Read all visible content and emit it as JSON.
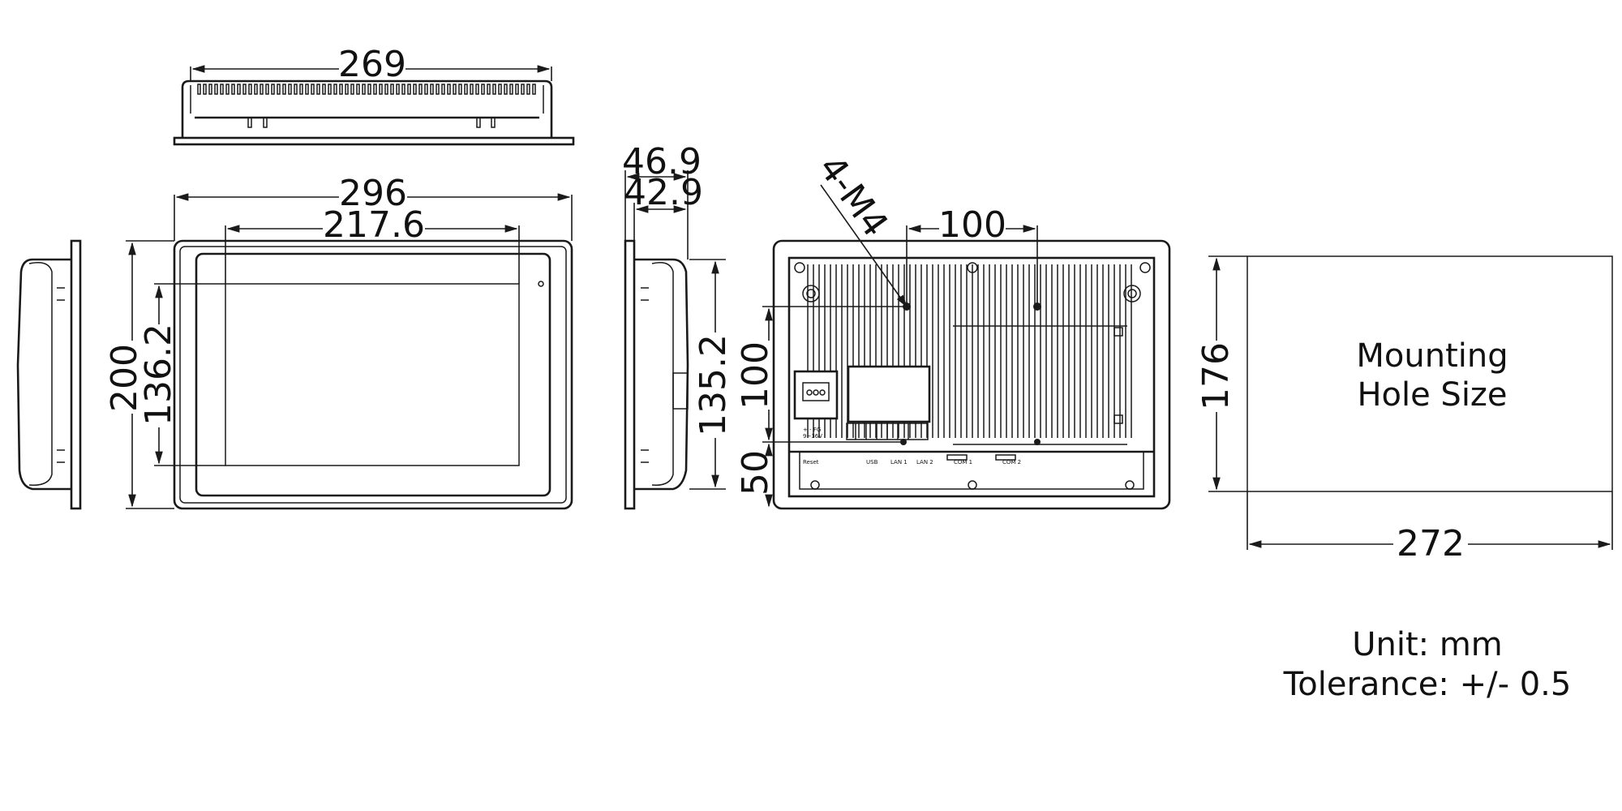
{
  "dimensions": {
    "top_width": "269",
    "front_width": "296",
    "front_active_width": "217.6",
    "front_height": "200",
    "front_active_height": "136.2",
    "side_depth_total": "46.9",
    "side_depth_body": "42.9",
    "side_height": "135.2",
    "rear_hole_spacing_x": "100",
    "rear_hole_spacing_y": "100",
    "rear_hole_offset_y": "50",
    "cutout_height": "176",
    "cutout_width": "272"
  },
  "rear_callout": "4-M4",
  "cutout_label_line1": "Mounting",
  "cutout_label_line2": "Hole Size",
  "unit_text": "Unit: mm",
  "tolerance_text": "Tolerance: +/- 0.5",
  "rear_port_labels": [
    "Reset",
    "USB",
    "LAN 1",
    "LAN 2",
    "COM 1",
    "COM 2"
  ],
  "power_labels": [
    "+ - FG",
    "9~36V"
  ]
}
